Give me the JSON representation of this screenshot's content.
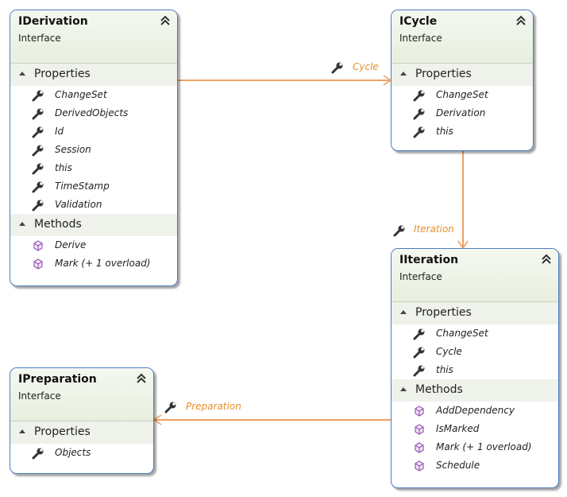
{
  "shapes": {
    "iderivation": {
      "name": "IDerivation",
      "stereotype": "Interface",
      "properties_label": "Properties",
      "properties": [
        "ChangeSet",
        "DerivedObjects",
        "Id",
        "Session",
        "this",
        "TimeStamp",
        "Validation"
      ],
      "methods_label": "Methods",
      "methods": [
        "Derive",
        "Mark (+ 1 overload)"
      ]
    },
    "icycle": {
      "name": "ICycle",
      "stereotype": "Interface",
      "properties_label": "Properties",
      "properties": [
        "ChangeSet",
        "Derivation",
        "this"
      ]
    },
    "iiteration": {
      "name": "IIteration",
      "stereotype": "Interface",
      "properties_label": "Properties",
      "properties": [
        "ChangeSet",
        "Cycle",
        "this"
      ],
      "methods_label": "Methods",
      "methods": [
        "AddDependency",
        "IsMarked",
        "Mark (+ 1 overload)",
        "Schedule"
      ]
    },
    "ipreparation": {
      "name": "IPreparation",
      "stereotype": "Interface",
      "properties_label": "Properties",
      "properties": [
        "Objects"
      ]
    }
  },
  "connectors": {
    "cycle": "Cycle",
    "iteration": "Iteration",
    "preparation": "Preparation"
  },
  "colors": {
    "border": "#4e7cc0",
    "connector": "#f0a060",
    "connector_text": "#e8902a",
    "method_icon": "#9b59b6"
  },
  "icons": {
    "property": "wrench-icon",
    "method": "cube-icon",
    "collapse": "double-chevron-up-icon"
  }
}
